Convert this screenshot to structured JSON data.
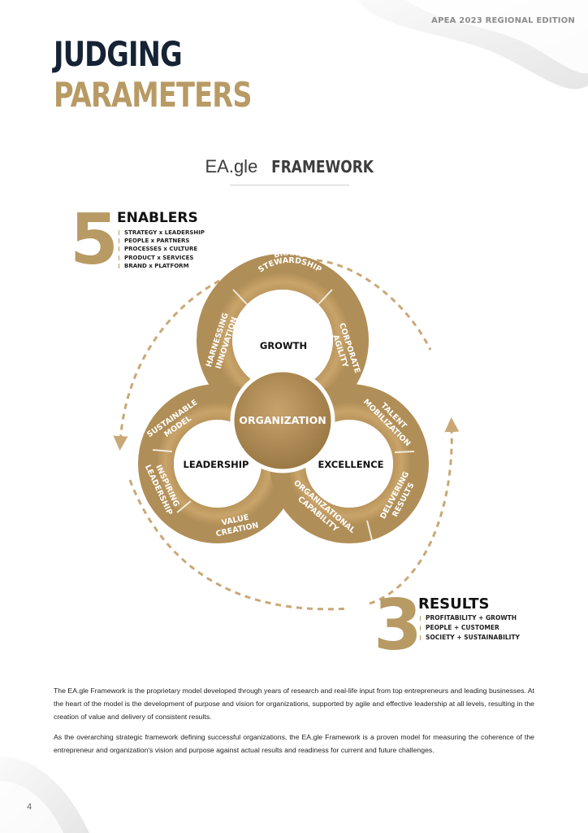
{
  "edition": "APEA 2023 REGIONAL EDITION",
  "title": {
    "line1": "JUDGING",
    "line2": "PARAMETERS"
  },
  "framework": {
    "title_light": "EA.gle ",
    "title_bold": "FRAMEWORK"
  },
  "enablers": {
    "number": "5",
    "heading": "ENABLERS",
    "items": [
      "STRATEGY x LEADERSHIP",
      "PEOPLE x PARTNERS",
      "PROCESSES x CULTURE",
      "PRODUCT x SERVICES",
      "BRAND x PLATFORM"
    ]
  },
  "results": {
    "number": "3",
    "heading": "RESULTS",
    "items": [
      "PROFITABILITY + GROWTH",
      "PEOPLE + CUSTOMER",
      "SOCIETY + SUSTAINABILITY"
    ]
  },
  "diagram": {
    "center": "ORGANIZATION",
    "ring_labels": {
      "growth": "GROWTH",
      "leadership": "LEADERSHIP",
      "excellence": "EXCELLENCE"
    },
    "segments": {
      "brand_stewardship": [
        "BRAND",
        "STEWARDSHIP"
      ],
      "corporate_agility": [
        "CORPORATE",
        "AGILITY"
      ],
      "harnessing_innovation": [
        "HARNESSING",
        "INNOVATION"
      ],
      "sustainable_model": [
        "SUSTAINABLE",
        "MODEL"
      ],
      "inspiring_leadership": [
        "INSPIRING",
        "LEADERSHIP"
      ],
      "value_creation": [
        "VALUE",
        "CREATION"
      ],
      "talent_mobilization": [
        "TALENT",
        "MOBILIZATION"
      ],
      "delivering_results": [
        "DELIVERING",
        "RESULTS"
      ],
      "organizational_capability": [
        "ORGANIZATIONAL",
        "CAPABILITY"
      ]
    }
  },
  "paragraphs": [
    "The EA.gle Framework is the proprietary model developed through years of research and real-life input from top entrepreneurs and leading businesses. At the heart of the model is the development of purpose and vision for organizations, supported by agile and effective leadership at all levels, resulting in the creation of value and delivery of consistent results.",
    "As the overarching strategic framework defining successful organizations, the EA.gle Framework is a proven model for measuring the coherence of the entrepreneur and organization's vision and purpose against actual results and readiness for current and future challenges."
  ],
  "page_number": "4",
  "colors": {
    "gold": "#b89a64",
    "navy": "#152334",
    "ring_light": "#c9a46a",
    "ring_dark": "#9c7a44"
  }
}
